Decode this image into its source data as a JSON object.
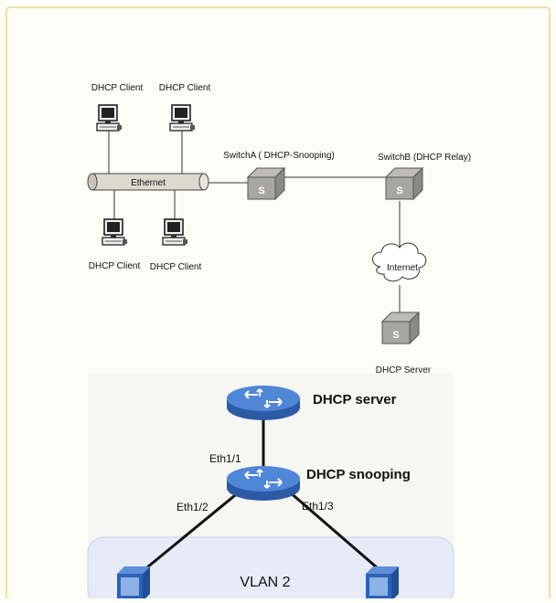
{
  "diagram1": {
    "clients": {
      "top_left": "DHCP Client",
      "top_right": "DHCP Client",
      "bottom_left": "DHCP Client",
      "bottom_right": "DHCP Client"
    },
    "bus_label": "Ethernet",
    "switch_a": "SwitchA ( DHCP-Snooping)",
    "switch_b": "SwitchB (DHCP Relay)",
    "cloud": "Internet",
    "server": "DHCP Server",
    "switch_glyph": "S"
  },
  "diagram2": {
    "server_label": "DHCP server",
    "snooping_label": "DHCP snooping",
    "port_up": "Eth1/1",
    "port_left": "Eth1/2",
    "port_right": "Eth1/3",
    "vlan_label": "VLAN 2"
  },
  "colors": {
    "router_blue": "#3f74c4",
    "vlan_bg": "#e6ebf7",
    "pc_blue": "#2b63b8",
    "border": "#efe0a6"
  }
}
